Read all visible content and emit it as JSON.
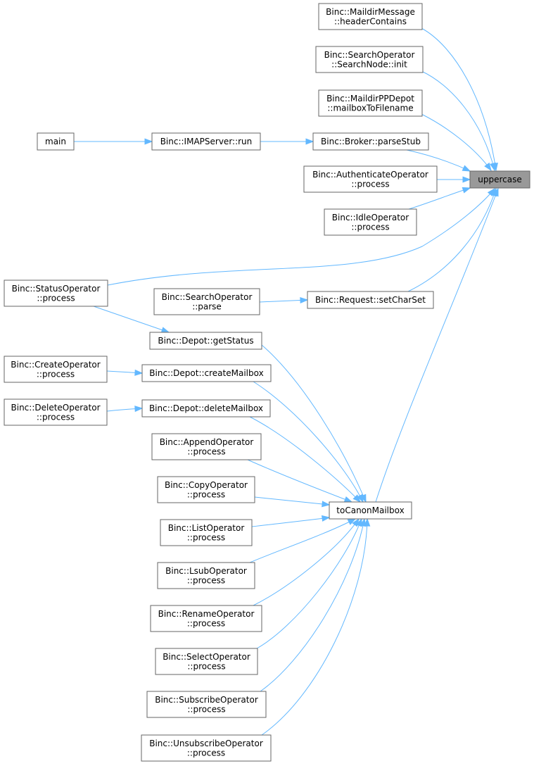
{
  "graph": {
    "nodes": [
      {
        "id": "uppercase",
        "lines": [
          "uppercase"
        ],
        "focus": true
      },
      {
        "id": "headerContains",
        "lines": [
          "Binc::MaildirMessage",
          "::headerContains"
        ]
      },
      {
        "id": "searchInit",
        "lines": [
          "Binc::SearchOperator",
          "::SearchNode::init"
        ]
      },
      {
        "id": "mailboxToFilename",
        "lines": [
          "Binc::MaildirPPDepot",
          "::mailboxToFilename"
        ]
      },
      {
        "id": "parseStub",
        "lines": [
          "Binc::Broker::parseStub"
        ]
      },
      {
        "id": "imapRun",
        "lines": [
          "Binc::IMAPServer::run"
        ]
      },
      {
        "id": "main",
        "lines": [
          "main"
        ]
      },
      {
        "id": "authProcess",
        "lines": [
          "Binc::AuthenticateOperator",
          "::process"
        ]
      },
      {
        "id": "idleProcess",
        "lines": [
          "Binc::IdleOperator",
          "::process"
        ]
      },
      {
        "id": "statusProcess",
        "lines": [
          "Binc::StatusOperator",
          "::process"
        ]
      },
      {
        "id": "searchParse",
        "lines": [
          "Binc::SearchOperator",
          "::parse"
        ]
      },
      {
        "id": "setCharSet",
        "lines": [
          "Binc::Request::setCharSet"
        ]
      },
      {
        "id": "getStatus",
        "lines": [
          "Binc::Depot::getStatus"
        ]
      },
      {
        "id": "createProcess",
        "lines": [
          "Binc::CreateOperator",
          "::process"
        ]
      },
      {
        "id": "createMailbox",
        "lines": [
          "Binc::Depot::createMailbox"
        ]
      },
      {
        "id": "deleteProcess",
        "lines": [
          "Binc::DeleteOperator",
          "::process"
        ]
      },
      {
        "id": "deleteMailbox",
        "lines": [
          "Binc::Depot::deleteMailbox"
        ]
      },
      {
        "id": "appendProcess",
        "lines": [
          "Binc::AppendOperator",
          "::process"
        ]
      },
      {
        "id": "copyProcess",
        "lines": [
          "Binc::CopyOperator",
          "::process"
        ]
      },
      {
        "id": "toCanonMailbox",
        "lines": [
          "toCanonMailbox"
        ]
      },
      {
        "id": "listProcess",
        "lines": [
          "Binc::ListOperator",
          "::process"
        ]
      },
      {
        "id": "lsubProcess",
        "lines": [
          "Binc::LsubOperator",
          "::process"
        ]
      },
      {
        "id": "renameProcess",
        "lines": [
          "Binc::RenameOperator",
          "::process"
        ]
      },
      {
        "id": "selectProcess",
        "lines": [
          "Binc::SelectOperator",
          "::process"
        ]
      },
      {
        "id": "subscribeProcess",
        "lines": [
          "Binc::SubscribeOperator",
          "::process"
        ]
      },
      {
        "id": "unsubscribeProcess",
        "lines": [
          "Binc::UnsubscribeOperator",
          "::process"
        ]
      }
    ],
    "edges": [
      {
        "from": "headerContains",
        "to": "uppercase"
      },
      {
        "from": "searchInit",
        "to": "uppercase"
      },
      {
        "from": "mailboxToFilename",
        "to": "uppercase"
      },
      {
        "from": "parseStub",
        "to": "uppercase"
      },
      {
        "from": "authProcess",
        "to": "uppercase"
      },
      {
        "from": "idleProcess",
        "to": "uppercase"
      },
      {
        "from": "statusProcess",
        "to": "uppercase"
      },
      {
        "from": "setCharSet",
        "to": "uppercase"
      },
      {
        "from": "toCanonMailbox",
        "to": "uppercase"
      },
      {
        "from": "imapRun",
        "to": "parseStub"
      },
      {
        "from": "main",
        "to": "imapRun"
      },
      {
        "from": "searchParse",
        "to": "setCharSet"
      },
      {
        "from": "statusProcess",
        "to": "getStatus"
      },
      {
        "from": "createProcess",
        "to": "createMailbox"
      },
      {
        "from": "deleteProcess",
        "to": "deleteMailbox"
      },
      {
        "from": "getStatus",
        "to": "toCanonMailbox"
      },
      {
        "from": "createMailbox",
        "to": "toCanonMailbox"
      },
      {
        "from": "deleteMailbox",
        "to": "toCanonMailbox"
      },
      {
        "from": "appendProcess",
        "to": "toCanonMailbox"
      },
      {
        "from": "copyProcess",
        "to": "toCanonMailbox"
      },
      {
        "from": "listProcess",
        "to": "toCanonMailbox"
      },
      {
        "from": "lsubProcess",
        "to": "toCanonMailbox"
      },
      {
        "from": "renameProcess",
        "to": "toCanonMailbox"
      },
      {
        "from": "selectProcess",
        "to": "toCanonMailbox"
      },
      {
        "from": "subscribeProcess",
        "to": "toCanonMailbox"
      },
      {
        "from": "unsubscribeProcess",
        "to": "toCanonMailbox"
      }
    ]
  }
}
